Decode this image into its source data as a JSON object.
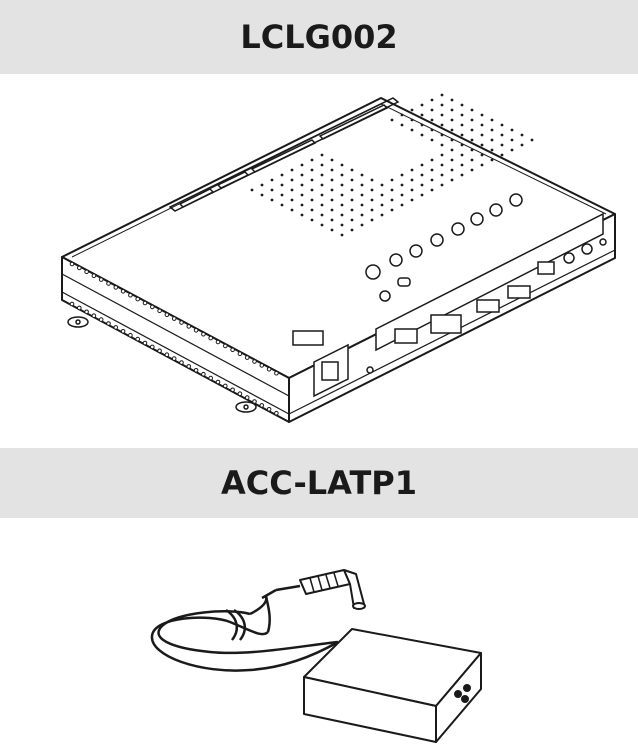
{
  "section1": {
    "title": "LCLG002"
  },
  "section2": {
    "title": "ACC-LATP1"
  },
  "colors": {
    "band": "#e3e3e3",
    "line": "#1a1a1a",
    "background": "#ffffff"
  },
  "icons": {
    "device": "media-player-box-drawing",
    "adapter": "power-adapter-drawing"
  }
}
